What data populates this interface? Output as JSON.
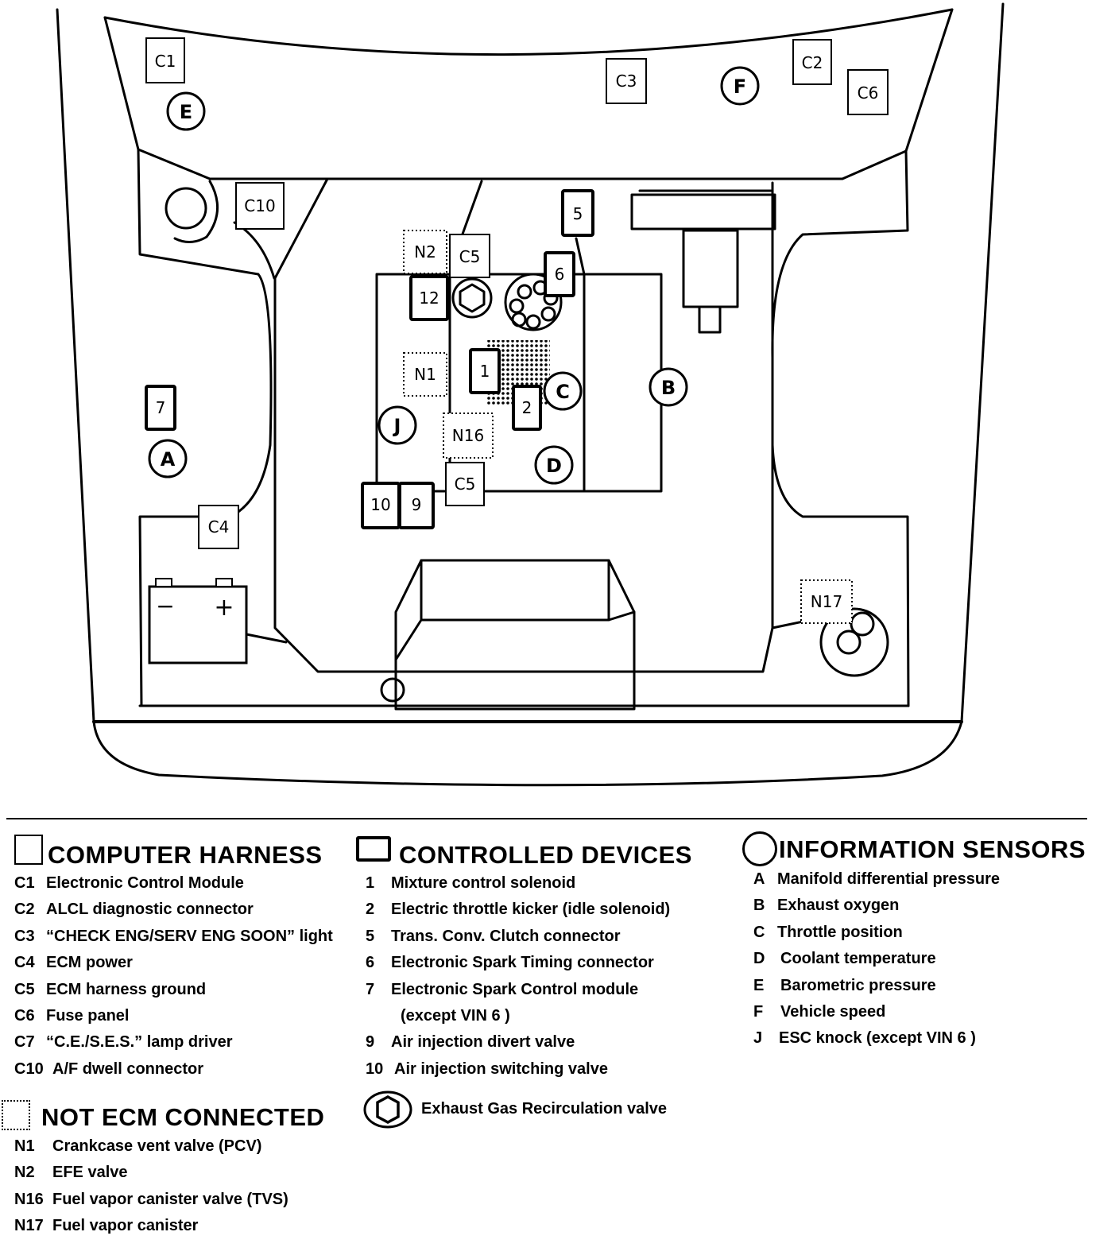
{
  "components": {
    "harness": {
      "C1": "C1",
      "C2": "C2",
      "C3": "C3",
      "C4": "C4",
      "C5a": "C5",
      "C5b": "C5",
      "C6": "C6",
      "C10": "C10"
    },
    "devices": {
      "d1": "1",
      "d2": "2",
      "d5": "5",
      "d6": "6",
      "d7": "7",
      "d9": "9",
      "d10": "10",
      "d12": "12"
    },
    "sensors": {
      "A": "A",
      "B": "B",
      "C": "C",
      "D": "D",
      "E": "E",
      "F": "F",
      "J": "J"
    },
    "not_ecm": {
      "N1": "N1",
      "N2": "N2",
      "N16": "N16",
      "N17": "N17"
    },
    "battery": {
      "minus": "−",
      "plus": "+"
    }
  },
  "legend": {
    "computer_harness": {
      "title": "COMPUTER HARNESS",
      "items": [
        {
          "code": "C1",
          "text": "Electronic Control Module"
        },
        {
          "code": "C2",
          "text": "ALCL diagnostic connector"
        },
        {
          "code": "C3",
          "text": "“CHECK ENG/SERV ENG SOON” light"
        },
        {
          "code": "C4",
          "text": "ECM power"
        },
        {
          "code": "C5",
          "text": "ECM harness ground"
        },
        {
          "code": "C6",
          "text": "Fuse panel"
        },
        {
          "code": "C7",
          "text": "“C.E./S.E.S.” lamp driver"
        },
        {
          "code": "C10",
          "text": "A/F dwell connector"
        }
      ]
    },
    "not_ecm_connected": {
      "title": "NOT ECM CONNECTED",
      "items": [
        {
          "code": "N1",
          "text": "Crankcase vent valve (PCV)"
        },
        {
          "code": "N2",
          "text": "EFE  valve"
        },
        {
          "code": "N16",
          "text": "Fuel vapor canister valve (TVS)"
        },
        {
          "code": "N17",
          "text": "Fuel vapor canister"
        }
      ]
    },
    "controlled_devices": {
      "title": "CONTROLLED DEVICES",
      "items": [
        {
          "code": "1",
          "text": "Mixture control solenoid"
        },
        {
          "code": "2",
          "text": "Electric throttle kicker (idle solenoid)"
        },
        {
          "code": "5",
          "text": "Trans. Conv. Clutch connector"
        },
        {
          "code": "6",
          "text": "Electronic Spark Timing connector"
        },
        {
          "code": "7",
          "text": "Electronic Spark Control module"
        },
        {
          "code": "",
          "text": "(except VIN 6 )"
        },
        {
          "code": "9",
          "text": "Air injection divert  valve"
        },
        {
          "code": "10",
          "text": "Air injection switching valve"
        }
      ],
      "egr_text": "Exhaust Gas Recirculation valve"
    },
    "information_sensors": {
      "title": "INFORMATION SENSORS",
      "items": [
        {
          "code": "A",
          "text": "Manifold differential pressure"
        },
        {
          "code": "B",
          "text": "Exhaust oxygen"
        },
        {
          "code": "C",
          "text": "Throttle position"
        },
        {
          "code": "D",
          "text": "Coolant temperature"
        },
        {
          "code": "E",
          "text": "Barometric pressure"
        },
        {
          "code": "F",
          "text": "Vehicle speed"
        },
        {
          "code": "J",
          "text": "ESC knock (except  VIN 6 )"
        }
      ]
    }
  }
}
